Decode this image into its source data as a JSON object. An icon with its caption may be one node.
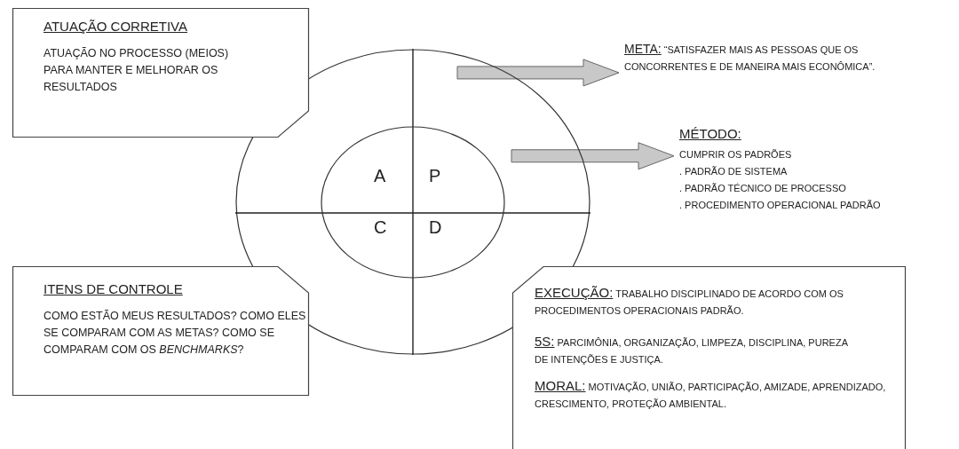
{
  "diagram": {
    "nodes": [
      {
        "text": [],
        "shape": "circle"
      },
      {
        "text": [
          "A",
          "P",
          "C",
          "D"
        ],
        "in": 0
      },
      {
        "text": [
          "ATUAÇÃO CORRETIVA",
          "ATUAÇÃO NO PROCESSO (MEIOS) PARA MANTER E MELHORAR OS RESULTADOS"
        ]
      },
      {
        "text": [
          "ITENS DE CONTROLE",
          "COMO ESTÃO MEUS RESULTADOS? COMO ELES SE COMPARAM COM AS METAS? COMO SE COMPARAM COM OS *BENCHMARKS*?"
        ]
      },
      {
        "text": [
          "EXECUÇÃO:",
          "TRABALHO DISCIPLINADO DE ACORDO COM OS PROCEDIMENTOS OPERACIONAIS PADRÃO.",
          "5S:",
          "PARCIMÔNIA, ORGANIZAÇÃO, LIMPEZA, DISCIPLINA, PUREZA DE INTENÇÕES E JUSTIÇA.",
          "MORAL:",
          "MOTIVAÇÃO, UNIÃO, PARTICIPAÇÃO, AMIZADE, APRENDIZADO, CRESCIMENTO, PROTEÇÃO AMBIENTAL."
        ]
      },
      {
        "text": [
          "META:",
          "“SATISFAZER MAIS AS PESSOAS QUE OS CONCORRENTES E DE MANEIRA MAIS ECONÔMICA”."
        ]
      },
      {
        "text": [
          "MÉTODO:",
          "CUMPRIR OS PADRÕES",
          ". PADRÃO DE SISTEMA",
          ". PADRÃO TÉCNICO DE PROCESSO",
          ". PROCEDIMENTO OPERACIONAL PADRÃO"
        ]
      }
    ],
    "edges": [
      {
        "from": 0,
        "to": 5,
        "arrow": "to"
      },
      {
        "from": 0,
        "to": 6,
        "arrow": "to"
      }
    ]
  }
}
